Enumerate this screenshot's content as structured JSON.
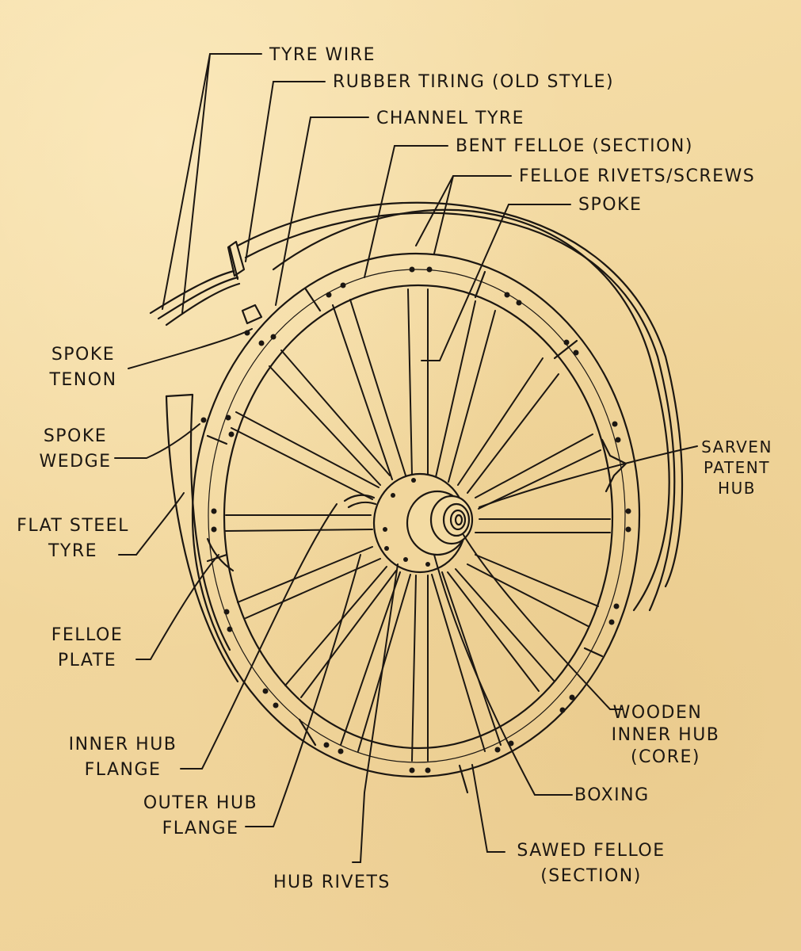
{
  "labels": {
    "tyre_wire": "TYRE WIRE",
    "rubber_tiring": "RUBBER TIRING (OLD STYLE)",
    "channel_tyre": "CHANNEL TYRE",
    "bent_felloe": "BENT FELLOE (SECTION)",
    "felloe_rivets": "FELLOE RIVETS/SCREWS",
    "spoke": "SPOKE",
    "spoke_tenon": [
      "SPOKE",
      "TENON"
    ],
    "spoke_wedge": [
      "SPOKE",
      "WEDGE"
    ],
    "flat_steel_tyre": [
      "FLAT STEEL",
      "TYRE"
    ],
    "felloe_plate": [
      "FELLOE",
      "PLATE"
    ],
    "inner_hub_flange": [
      "INNER HUB",
      "FLANGE"
    ],
    "outer_hub_flange": [
      "OUTER HUB",
      "FLANGE"
    ],
    "hub_rivets": "HUB RIVETS",
    "sarven_patent_hub": [
      "SARVEN",
      "PATENT",
      "HUB"
    ],
    "wooden_inner_hub": [
      "WOODEN",
      "INNER HUB",
      "(CORE)"
    ],
    "boxing": "BOXING",
    "sawed_felloe": [
      "SAWED FELLOE",
      "(SECTION)"
    ]
  },
  "colors": {
    "paper": "#f3dba3",
    "ink": "#1c1712"
  }
}
